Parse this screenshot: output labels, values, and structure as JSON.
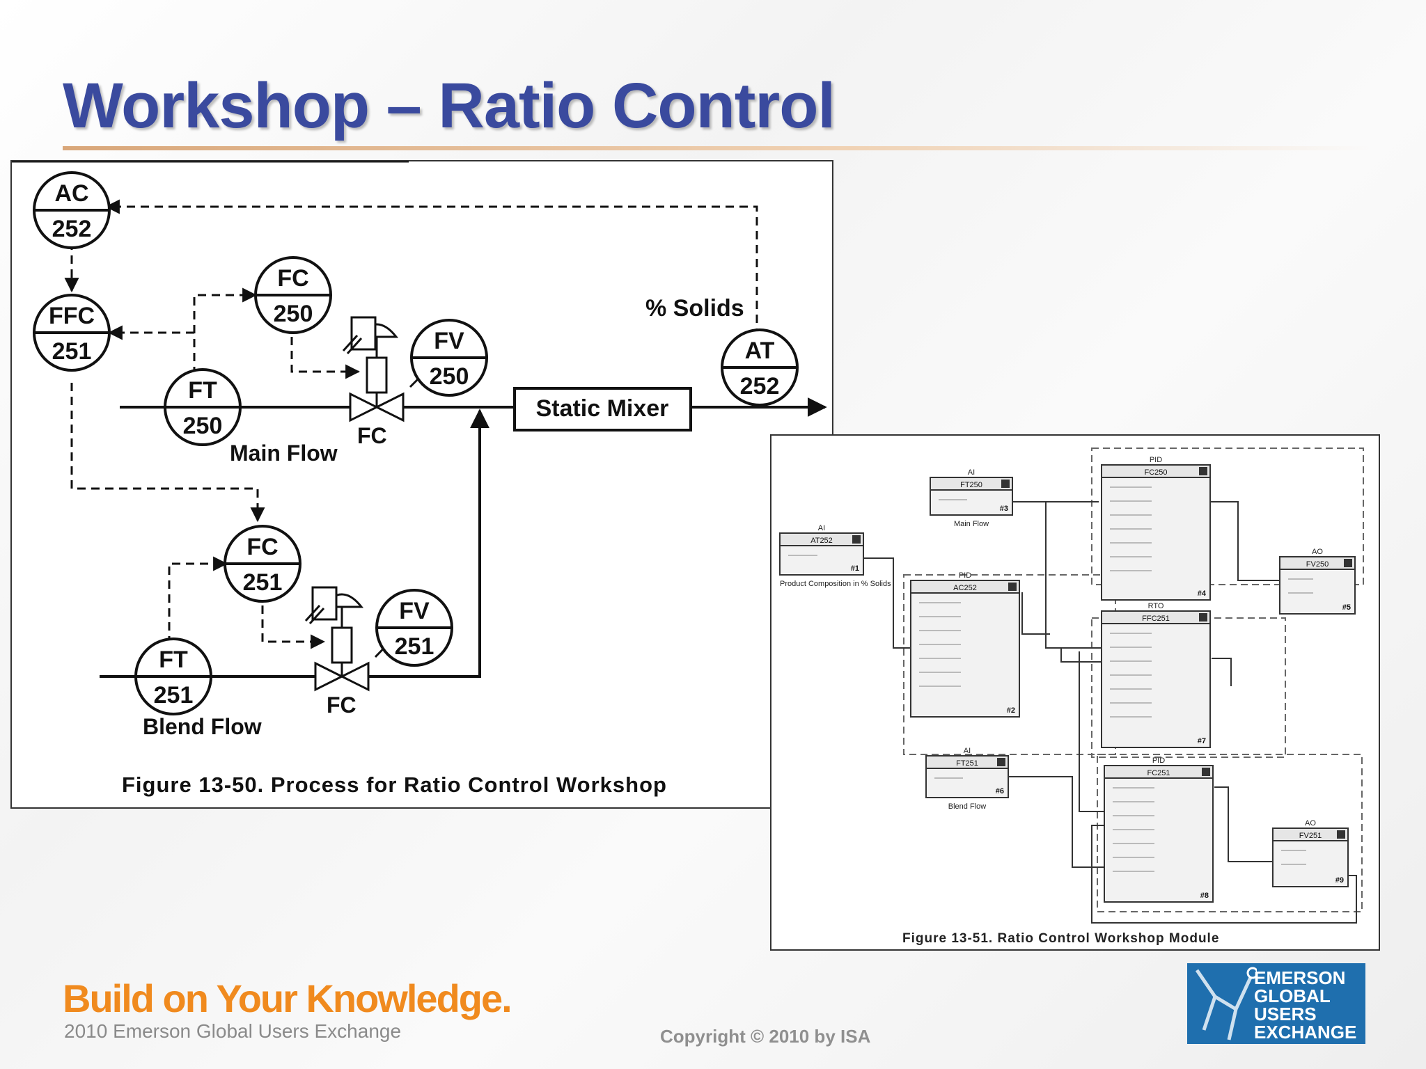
{
  "slide": {
    "title": "Workshop – Ratio Control",
    "slogan": "Build on Your Knowledge.",
    "event": "2010 Emerson Global Users Exchange",
    "copyright": "Copyright © 2010 by ISA",
    "logo_lines": [
      "EMERSON",
      "GLOBAL",
      "USERS",
      "EXCHANGE"
    ]
  },
  "figure_process": {
    "caption": "Figure 13-50. Process for Ratio Control Workshop",
    "instruments": [
      {
        "tag": "AC",
        "num": "252"
      },
      {
        "tag": "FFC",
        "num": "251"
      },
      {
        "tag": "FC",
        "num": "250"
      },
      {
        "tag": "FV",
        "num": "250"
      },
      {
        "tag": "FT",
        "num": "250"
      },
      {
        "tag": "AT",
        "num": "252"
      },
      {
        "tag": "FC",
        "num": "251"
      },
      {
        "tag": "FV",
        "num": "251"
      },
      {
        "tag": "FT",
        "num": "251"
      }
    ],
    "labels": {
      "solids": "% Solids",
      "mixer": "Static Mixer",
      "main_flow": "Main Flow",
      "blend_flow": "Blend Flow",
      "valve_fc": "FC"
    }
  },
  "figure_module": {
    "caption": "Figure 13-51. Ratio Control Workshop Module",
    "blocks": [
      {
        "type": "AI",
        "tag": "FT250",
        "num": "#3",
        "caption": "Main Flow"
      },
      {
        "type": "AI",
        "tag": "AT252",
        "num": "#1",
        "caption": "Product Composition in % Solids"
      },
      {
        "type": "PID",
        "tag": "AC252",
        "num": "#2",
        "caption": ""
      },
      {
        "type": "PID",
        "tag": "FC250",
        "num": "#4",
        "caption": ""
      },
      {
        "type": "RTO",
        "tag": "FFC251",
        "num": "#7",
        "caption": ""
      },
      {
        "type": "AO",
        "tag": "FV250",
        "num": "#5",
        "caption": ""
      },
      {
        "type": "AI",
        "tag": "FT251",
        "num": "#6",
        "caption": "Blend Flow"
      },
      {
        "type": "PID",
        "tag": "FC251",
        "num": "#8",
        "caption": ""
      },
      {
        "type": "AO",
        "tag": "FV251",
        "num": "#9",
        "caption": ""
      }
    ]
  },
  "colors": {
    "title": "#3a4a9e",
    "slogan": "#f08a1e",
    "logo_bg": "#1f6fae"
  }
}
